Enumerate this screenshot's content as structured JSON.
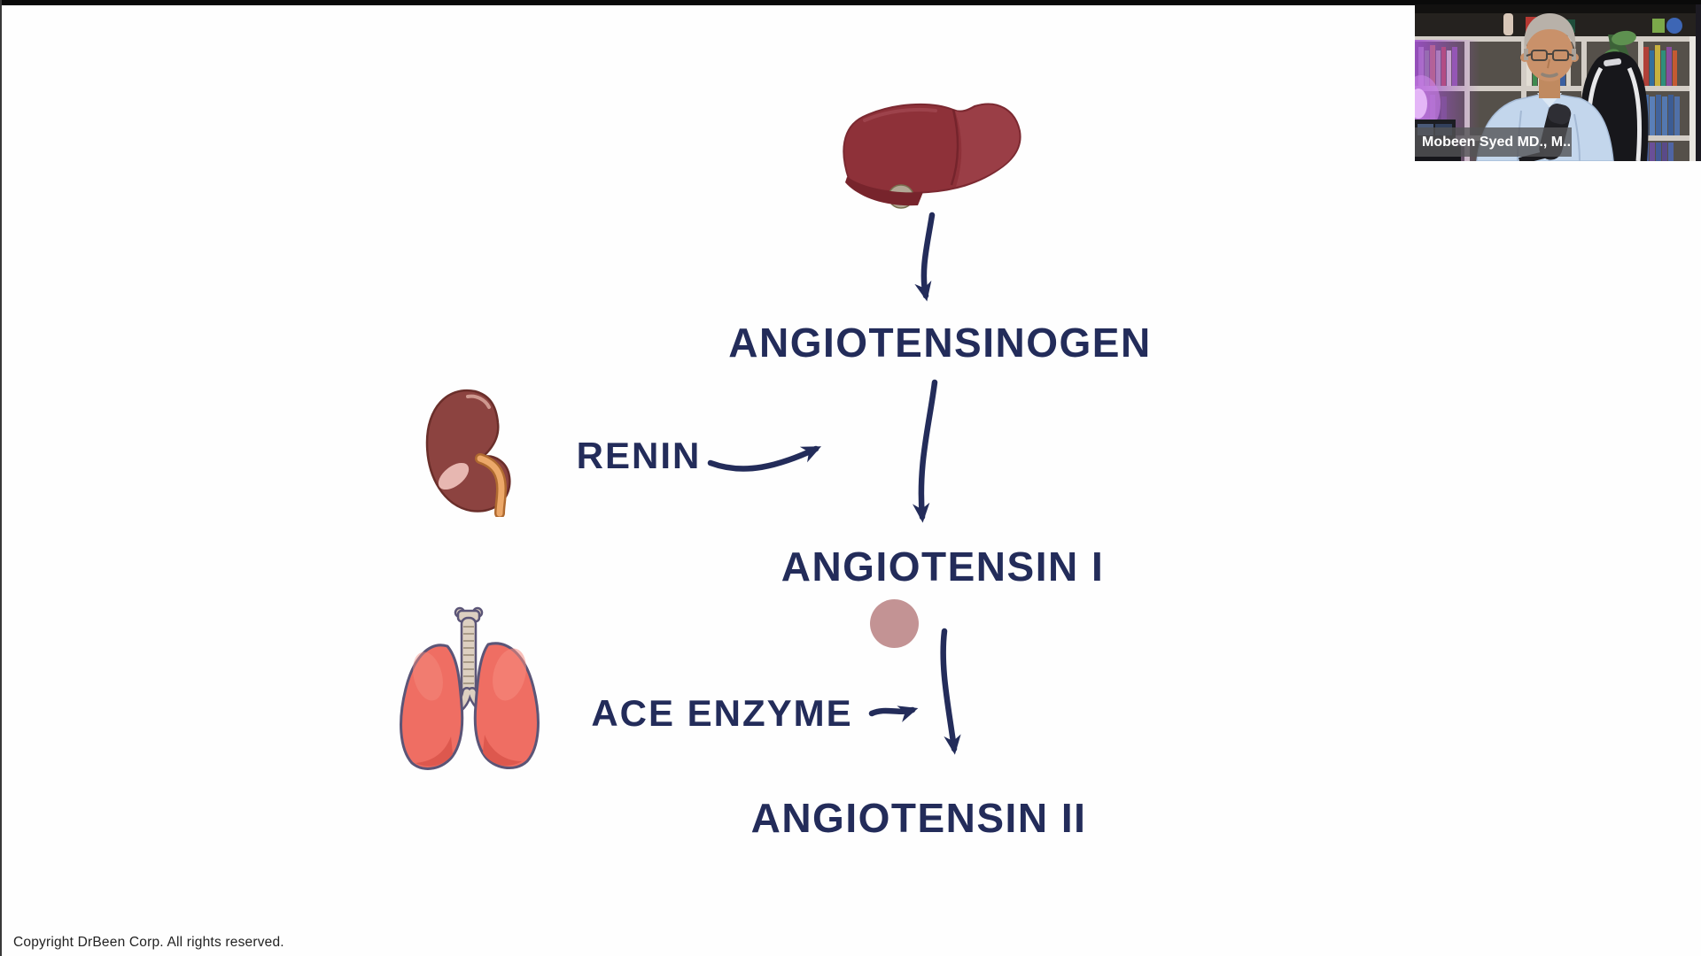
{
  "window": {
    "background_color": "#fefefe",
    "letterbox_color": "#0a0a0a"
  },
  "diagram": {
    "ink_color": "#232c5a",
    "pointer_dot_color": "#c39394",
    "nodes": [
      {
        "id": "angiotensinogen",
        "label": "ANGIOTENSINOGEN"
      },
      {
        "id": "angiotensin-i",
        "label": "ANGIOTENSIN I"
      },
      {
        "id": "angiotensin-ii",
        "label": "ANGIOTENSIN II"
      }
    ],
    "enzymes": [
      {
        "id": "renin",
        "label": "RENIN",
        "source_organ": "kidney",
        "acts_on": "angiotensinogen to angiotensin I"
      },
      {
        "id": "ace",
        "label": "ACE ENZYME",
        "source_organ": "lungs",
        "acts_on": "angiotensin I to angiotensin II"
      }
    ],
    "organs": [
      {
        "id": "liver",
        "icon": "liver-icon"
      },
      {
        "id": "kidney",
        "icon": "kidney-icon"
      },
      {
        "id": "lungs",
        "icon": "lungs-icon"
      }
    ]
  },
  "video_overlay": {
    "caption": "Mobeen Syed MD., M..."
  },
  "footer": {
    "copyright": "Copyright DrBeen Corp. All rights reserved."
  }
}
